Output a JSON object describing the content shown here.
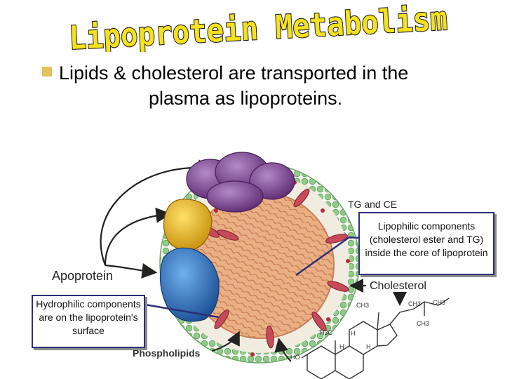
{
  "slide": {
    "title": "Lipoprotein Metabolism",
    "bullet": {
      "line1": "Lipids & cholesterol are transported in the",
      "line2": "plasma as lipoproteins."
    }
  },
  "diagram": {
    "labels": {
      "tg_ce": "TG and CE",
      "apoprotein": "Apoprotein",
      "cholesterol": "Cholesterol",
      "phospholipids": "Phospholipids"
    },
    "structure": {
      "ch3_a": "CH3",
      "ch3_b": "CH3",
      "ch3_c": "CH3",
      "ch3_d": "CH3",
      "h3c": "H3C",
      "h_a": "H",
      "h_b": "H",
      "h_c": "H",
      "ho": "HO"
    },
    "callouts": {
      "lipophilic": "Lipophilic components (cholesterol ester and TG) inside the core of lipoprotein",
      "hydrophilic": "Hydrophilic components are on the lipoprotein's surface"
    }
  },
  "colors": {
    "title_fill": "#f5e11e",
    "bullet": "#e6c25a",
    "core": "#eab084",
    "shell_green": "#9fd19a",
    "apo_purple": "#7a3d8c",
    "apo_yellow": "#e8b51c",
    "apo_blue": "#2a6fb8",
    "callout_border": "#2e2e7a"
  }
}
